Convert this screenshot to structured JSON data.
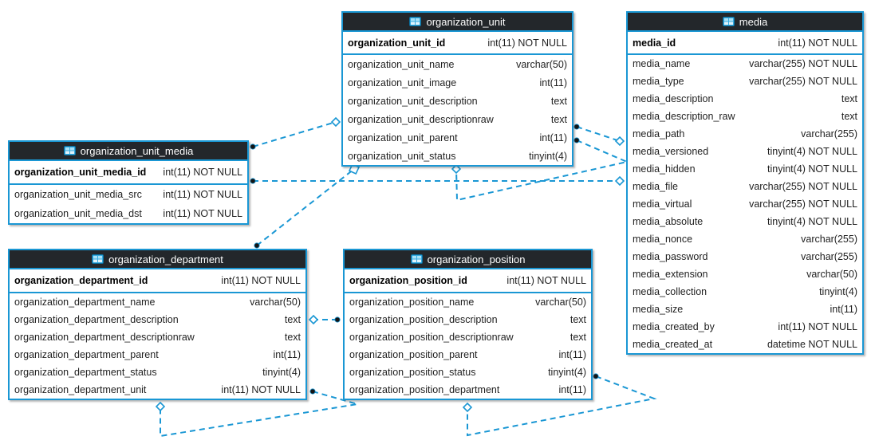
{
  "colors": {
    "relation_line": "#1a97d4",
    "table_border": "#1a97d4",
    "header_bg": "#23272b",
    "header_text": "#ffffff",
    "row_text": "#1f1f1f",
    "pk_text": "#000000",
    "canvas_bg": "#ffffff",
    "icon_blue": "#35aadf"
  },
  "tables": [
    {
      "title": "organization_unit",
      "pk": {
        "name": "organization_unit_id",
        "type": "int(11) NOT NULL"
      },
      "fields": [
        {
          "name": "organization_unit_name",
          "type": "varchar(50)"
        },
        {
          "name": "organization_unit_image",
          "type": "int(11)"
        },
        {
          "name": "organization_unit_description",
          "type": "text"
        },
        {
          "name": "organization_unit_descriptionraw",
          "type": "text"
        },
        {
          "name": "organization_unit_parent",
          "type": "int(11)"
        },
        {
          "name": "organization_unit_status",
          "type": "tinyint(4)"
        }
      ]
    },
    {
      "title": "media",
      "pk": {
        "name": "media_id",
        "type": "int(11) NOT NULL"
      },
      "fields": [
        {
          "name": "media_name",
          "type": "varchar(255) NOT NULL"
        },
        {
          "name": "media_type",
          "type": "varchar(255) NOT NULL"
        },
        {
          "name": "media_description",
          "type": "text"
        },
        {
          "name": "media_description_raw",
          "type": "text"
        },
        {
          "name": "media_path",
          "type": "varchar(255)"
        },
        {
          "name": "media_versioned",
          "type": "tinyint(4) NOT NULL"
        },
        {
          "name": "media_hidden",
          "type": "tinyint(4) NOT NULL"
        },
        {
          "name": "media_file",
          "type": "varchar(255) NOT NULL"
        },
        {
          "name": "media_virtual",
          "type": "varchar(255) NOT NULL"
        },
        {
          "name": "media_absolute",
          "type": "tinyint(4) NOT NULL"
        },
        {
          "name": "media_nonce",
          "type": "varchar(255)"
        },
        {
          "name": "media_password",
          "type": "varchar(255)"
        },
        {
          "name": "media_extension",
          "type": "varchar(50)"
        },
        {
          "name": "media_collection",
          "type": "tinyint(4)"
        },
        {
          "name": "media_size",
          "type": "int(11)"
        },
        {
          "name": "media_created_by",
          "type": "int(11) NOT NULL"
        },
        {
          "name": "media_created_at",
          "type": "datetime NOT NULL"
        }
      ]
    },
    {
      "title": "organization_unit_media",
      "pk": {
        "name": "organization_unit_media_id",
        "type": "int(11) NOT NULL"
      },
      "fields": [
        {
          "name": "organization_unit_media_src",
          "type": "int(11) NOT NULL"
        },
        {
          "name": "organization_unit_media_dst",
          "type": "int(11) NOT NULL"
        }
      ]
    },
    {
      "title": "organization_department",
      "pk": {
        "name": "organization_department_id",
        "type": "int(11) NOT NULL"
      },
      "fields": [
        {
          "name": "organization_department_name",
          "type": "varchar(50)"
        },
        {
          "name": "organization_department_description",
          "type": "text"
        },
        {
          "name": "organization_department_descriptionraw",
          "type": "text"
        },
        {
          "name": "organization_department_parent",
          "type": "int(11)"
        },
        {
          "name": "organization_department_status",
          "type": "tinyint(4)"
        },
        {
          "name": "organization_department_unit",
          "type": "int(11) NOT NULL"
        }
      ]
    },
    {
      "title": "organization_position",
      "pk": {
        "name": "organization_position_id",
        "type": "int(11) NOT NULL"
      },
      "fields": [
        {
          "name": "organization_position_name",
          "type": "varchar(50)"
        },
        {
          "name": "organization_position_description",
          "type": "text"
        },
        {
          "name": "organization_position_descriptionraw",
          "type": "text"
        },
        {
          "name": "organization_position_parent",
          "type": "int(11)"
        },
        {
          "name": "organization_position_status",
          "type": "tinyint(4)"
        },
        {
          "name": "organization_position_department",
          "type": "int(11)"
        }
      ]
    }
  ],
  "relations": [
    {
      "from": "organization_unit_media",
      "to": "organization_unit",
      "start_marker": "dot",
      "end_marker": "diamond"
    },
    {
      "from": "organization_unit_media",
      "to": "media",
      "start_marker": "dot",
      "end_marker": "diamond"
    },
    {
      "from": "organization_unit",
      "to": "media",
      "start_marker": "dot",
      "end_marker": "diamond"
    },
    {
      "from": "organization_unit",
      "to": "organization_unit",
      "start_marker": "dot",
      "end_marker": "diamond"
    },
    {
      "from": "organization_department",
      "to": "organization_unit",
      "start_marker": "dot",
      "end_marker": "square"
    },
    {
      "from": "organization_position",
      "to": "organization_department",
      "start_marker": "dot",
      "end_marker": "diamond"
    },
    {
      "from": "organization_department",
      "to": "organization_department",
      "start_marker": "dot",
      "end_marker": "diamond"
    },
    {
      "from": "organization_position",
      "to": "organization_position",
      "start_marker": "dot",
      "end_marker": "diamond"
    }
  ]
}
